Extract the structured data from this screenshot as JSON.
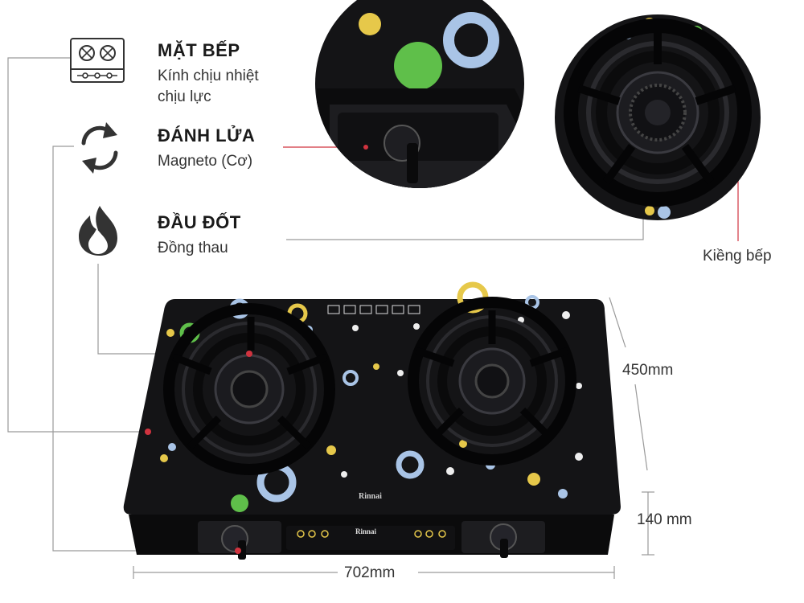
{
  "features": [
    {
      "id": "mat-bep",
      "icon": "cooktop-icon",
      "title": "MẶT BẾP",
      "subtitle_lines": [
        "Kính chịu nhiệt",
        "chịu lực"
      ]
    },
    {
      "id": "danh-lua",
      "icon": "refresh-cycle-icon",
      "title": "ĐÁNH LỬA",
      "subtitle_lines": [
        "Magneto (Cơ)"
      ]
    },
    {
      "id": "dau-dot",
      "icon": "flame-icon",
      "title": "ĐẦU ĐỐT",
      "subtitle_lines": [
        "Đồng thau"
      ]
    }
  ],
  "callouts": {
    "kieng_bep": "Kiềng bếp"
  },
  "dimensions": {
    "depth": "450mm",
    "height": "140 mm",
    "width": "702mm"
  },
  "brand": {
    "logo_text": "Rinnai",
    "panel_logo_text": "Rinnai"
  },
  "colors": {
    "leader_line": "#d0333f",
    "leader_grey": "#9a9a9a",
    "glass": "#141416",
    "dot_green": "#5fbf4a",
    "dot_blue": "#a9c4e6",
    "dot_yellow": "#e6c84a"
  }
}
